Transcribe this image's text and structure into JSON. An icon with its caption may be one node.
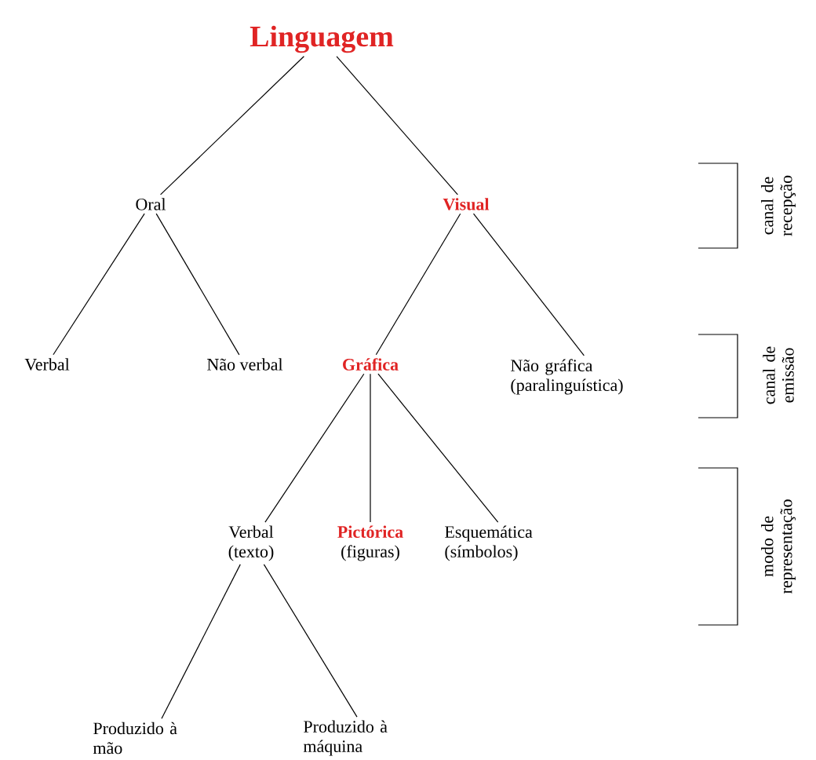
{
  "diagram": {
    "nodes": [
      {
        "text": [
          "Linguagem"
        ]
      },
      {
        "text": [
          "Oral"
        ]
      },
      {
        "text": [
          "Visual"
        ]
      },
      {
        "text": [
          "Verbal"
        ]
      },
      {
        "text": [
          "Não verbal"
        ]
      },
      {
        "text": [
          "Gráfica"
        ]
      },
      {
        "text": [
          "Não gráfica (paralinguística)"
        ]
      },
      {
        "text": [
          "Verbal (texto)"
        ]
      },
      {
        "text": [
          "Pictórica",
          "(figuras)"
        ]
      },
      {
        "text": [
          "Esquemática (símbolos)"
        ]
      },
      {
        "text": [
          "Produzido à mão"
        ]
      },
      {
        "text": [
          "Produzido à máquina"
        ]
      }
    ],
    "edges": [
      {
        "from": 0,
        "to": 1,
        "arrow": "none"
      },
      {
        "from": 0,
        "to": 2,
        "arrow": "none"
      },
      {
        "from": 1,
        "to": 3,
        "arrow": "none"
      },
      {
        "from": 1,
        "to": 4,
        "arrow": "none"
      },
      {
        "from": 2,
        "to": 5,
        "arrow": "none"
      },
      {
        "from": 2,
        "to": 6,
        "arrow": "none"
      },
      {
        "from": 5,
        "to": 7,
        "arrow": "none"
      },
      {
        "from": 5,
        "to": 8,
        "arrow": "none"
      },
      {
        "from": 5,
        "to": 9,
        "arrow": "none"
      },
      {
        "from": 7,
        "to": 10,
        "arrow": "none"
      },
      {
        "from": 7,
        "to": 11,
        "arrow": "none"
      }
    ],
    "labels": [
      "canal de recepção",
      "canal de emissão",
      "modo de representação"
    ]
  }
}
